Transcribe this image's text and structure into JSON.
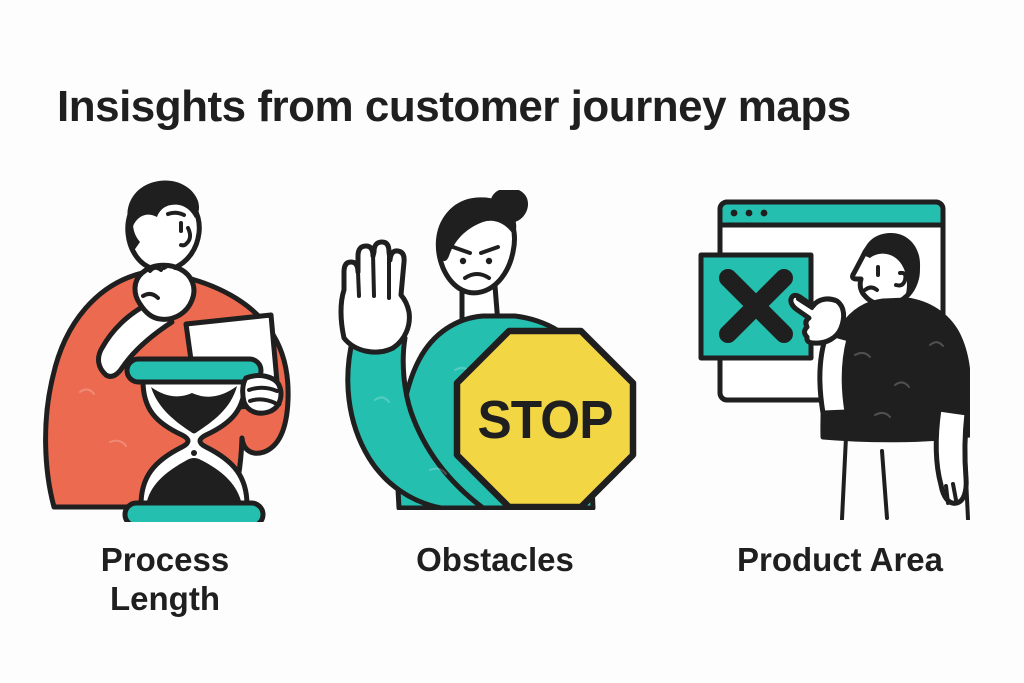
{
  "page": {
    "title": "Insisghts from customer journey maps"
  },
  "colors": {
    "background": "#fdfdfd",
    "ink": "#1f1f1f",
    "coral": "#ec6a50",
    "teal": "#25bfaf",
    "yellow": "#f3d644",
    "white": "#ffffff"
  },
  "items": [
    {
      "id": "process-length",
      "label": "Process Length",
      "illustration": "person thinking with hand on chin holding a paper behind an hourglass"
    },
    {
      "id": "obstacles",
      "label": "Obstacles",
      "illustration": "person raising hand in stop gesture beside an octagonal stop sign",
      "sign_text": "STOP"
    },
    {
      "id": "product-area",
      "label": "Product Area",
      "illustration": "person pointing at an X error panel in a browser window"
    }
  ]
}
